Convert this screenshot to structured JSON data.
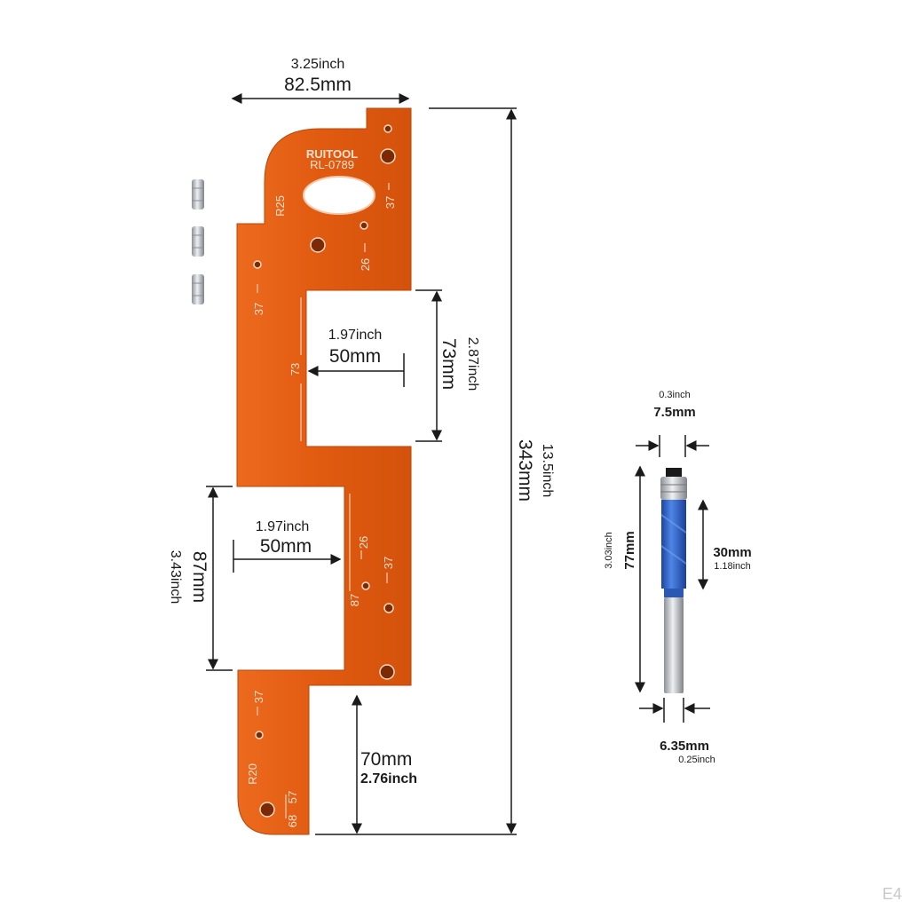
{
  "brand": "RUITOOL",
  "model_code": "RL-0789",
  "dimensions": {
    "top_width_inch": "3.25inch",
    "top_width_mm": "82.5mm",
    "total_height_inch": "13.5inch",
    "total_height_mm": "343mm",
    "upper_notch_width_inch": "1.97inch",
    "upper_notch_width_mm": "50mm",
    "upper_notch_height_mm": "73mm",
    "upper_notch_height_inch": "2.87inch",
    "lower_notch_width_inch": "1.97inch",
    "lower_notch_width_mm": "50mm",
    "lower_notch_height_mm": "87mm",
    "lower_notch_height_inch": "3.43inch",
    "bottom_offset_mm": "70mm",
    "bottom_offset_inch": "2.76inch"
  },
  "engravings": {
    "r25": "R25",
    "r20": "R20",
    "n37_a": "37",
    "n26_a": "26",
    "n37_b": "37",
    "n73": "73",
    "n26_b": "26",
    "n37_c": "37",
    "n87": "87",
    "n37_d": "37",
    "n57": "57",
    "n68": "68"
  },
  "router_bit": {
    "bearing_width_inch": "0.3inch",
    "bearing_width_mm": "7.5mm",
    "total_length_inch": "3.03inch",
    "total_length_mm": "77mm",
    "cutting_length_mm": "30mm",
    "cutting_length_inch": "1.18inch",
    "shank_diameter_mm": "6.35mm",
    "shank_diameter_inch": "0.25inch"
  },
  "watermark": "E4",
  "colors": {
    "template_orange": "#e8641c",
    "bit_blue": "#2f62c8",
    "steel": "#b9bcc0"
  }
}
